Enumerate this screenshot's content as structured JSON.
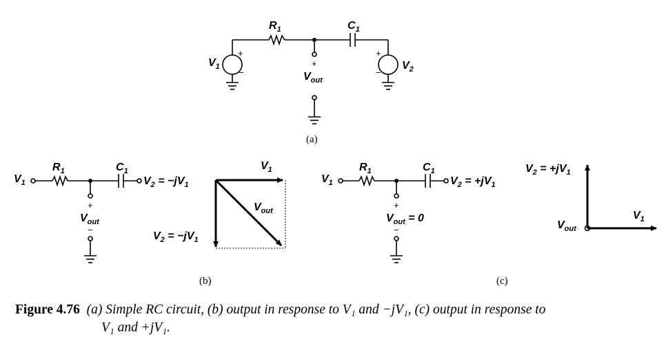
{
  "labels": {
    "R1_base": "R",
    "R1_sub": "1",
    "C1_base": "C",
    "C1_sub": "1",
    "V1_base": "V",
    "V1_sub": "1",
    "V2_base": "V",
    "V2_sub": "2",
    "Vout_base": "V",
    "Vout_sub": "out",
    "plus": "+",
    "minus": "−",
    "eq_neg_jV1_pre": " = −",
    "eq_pos_jV1_pre": " = +",
    "j": "j",
    "eq_zero": " = 0"
  },
  "panels": {
    "a": "(a)",
    "b": "(b)",
    "c": "(c)"
  },
  "caption": {
    "figure_label": "Figure 4.76",
    "text_line1": "(a) Simple RC circuit, (b) output in response to V₁ and −jV₁, (c) output in response to",
    "text_line2": "V₁ and +jV₁."
  }
}
